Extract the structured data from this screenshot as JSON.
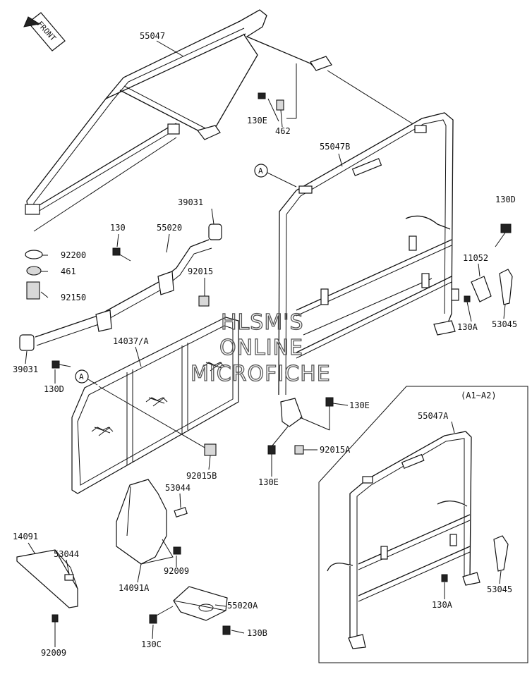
{
  "front_label": "FRONT",
  "watermark": [
    "HLSM'S",
    "ONLINE",
    "MICROFICHE"
  ],
  "inset_label": "(A1~A2)",
  "ref_marker": "A",
  "parts": {
    "p55047": "55047",
    "p130E_top": "130E",
    "p462": "462",
    "p55047B": "55047B",
    "p130D_right": "130D",
    "p39031_top": "39031",
    "p130": "130",
    "p55020": "55020",
    "p92200": "92200",
    "p461": "461",
    "p92015": "92015",
    "p92150": "92150",
    "p11052": "11052",
    "p130A_right": "130A",
    "p53045_right": "53045",
    "p14037A": "14037/A",
    "p39031_bottom": "39031",
    "p130D_left": "130D",
    "p130E_mid": "130E",
    "p92015A": "92015A",
    "p92015B": "92015B",
    "p130E_bottom": "130E",
    "p55047A": "55047A",
    "p53044_mid": "53044",
    "p14091": "14091",
    "p53044_left": "53044",
    "p92009_mid": "92009",
    "p14091A": "14091A",
    "p55020A": "55020A",
    "p130C": "130C",
    "p130B": "130B",
    "p92009_bottom": "92009",
    "p130A_inset": "130A",
    "p53045_inset": "53045"
  }
}
